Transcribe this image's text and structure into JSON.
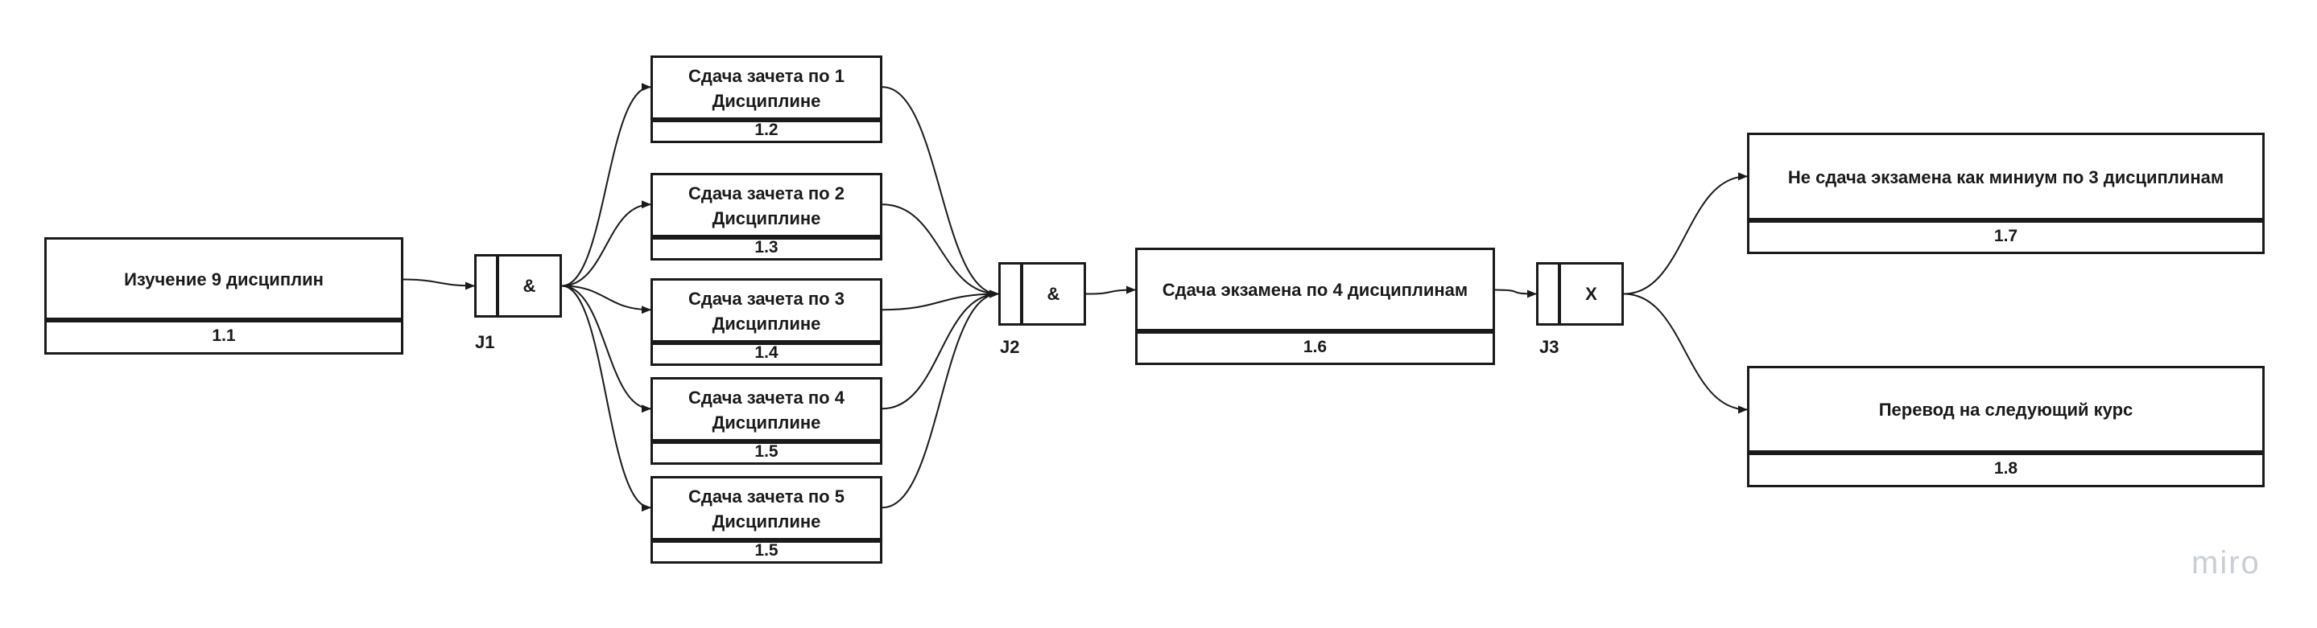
{
  "diagram": {
    "uobs": [
      {
        "id": "u11",
        "title": "Изучение 9 дисциплин",
        "number": "1.1"
      },
      {
        "id": "u12",
        "title": "Сдача зачета по 1 Дисциплине",
        "number": "1.2"
      },
      {
        "id": "u13",
        "title": "Сдача зачета по 2 Дисциплине",
        "number": "1.3"
      },
      {
        "id": "u14",
        "title": "Сдача зачета по 3 Дисциплине",
        "number": "1.4"
      },
      {
        "id": "u15",
        "title": "Сдача зачета по 4 Дисциплине",
        "number": "1.5"
      },
      {
        "id": "u15b",
        "title": "Сдача зачета по 5 Дисциплине",
        "number": "1.5"
      },
      {
        "id": "u16",
        "title": "Сдача экзамена по 4 дисциплинам",
        "number": "1.6"
      },
      {
        "id": "u17",
        "title": "Не сдача экзамена как миниум по 3 дисциплинам",
        "number": "1.7"
      },
      {
        "id": "u18",
        "title": "Перевод на следующий курс",
        "number": "1.8"
      }
    ],
    "junctions": [
      {
        "id": "j1",
        "symbol": "&",
        "label": "J1"
      },
      {
        "id": "j2",
        "symbol": "&",
        "label": "J2"
      },
      {
        "id": "j3",
        "symbol": "X",
        "label": "J3"
      }
    ],
    "links": [
      [
        "u11",
        "j1"
      ],
      [
        "j1",
        "u12"
      ],
      [
        "j1",
        "u13"
      ],
      [
        "j1",
        "u14"
      ],
      [
        "j1",
        "u15"
      ],
      [
        "j1",
        "u15b"
      ],
      [
        "u12",
        "j2"
      ],
      [
        "u13",
        "j2"
      ],
      [
        "u14",
        "j2"
      ],
      [
        "u15",
        "j2"
      ],
      [
        "u15b",
        "j2"
      ],
      [
        "j2",
        "u16"
      ],
      [
        "u16",
        "j3"
      ],
      [
        "j3",
        "u17"
      ],
      [
        "j3",
        "u18"
      ]
    ]
  },
  "watermark": "miro"
}
